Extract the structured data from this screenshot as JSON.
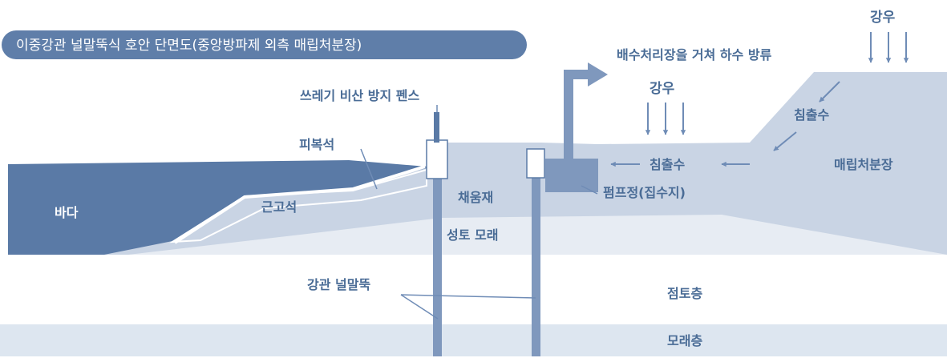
{
  "title": "이중강관 널말뚝식 호안 단면도(중앙방파제 외측 매립처분장)",
  "labels": {
    "sea": "바다",
    "cover_stone": "피복석",
    "root_stone": "근고석",
    "debris_fence": "쓰레기 비산 방지 펜스",
    "fill_material": "채움재",
    "embankment_sand": "성토 모래",
    "steel_pipe_pile": "강관 널말뚝",
    "clay_layer": "점토층",
    "sand_layer": "모래층",
    "discharge": "배수처리장을 거쳐 하수 방류",
    "rain_top": "강우",
    "rain_mid": "강우",
    "leachate_left": "침출수",
    "leachate_right": "침출수",
    "pump_well": "펌프정(집수지)",
    "landfill": "매립처분장"
  },
  "colors": {
    "sea": "#5a7aa6",
    "landfill": "#c9d4e4",
    "fill_dark": "#b5c3d8",
    "clay": "#ffffff",
    "sand_layer": "#dde6f0",
    "pile": "#7f98bd",
    "arrow": "#6f8cb6",
    "title_bg": "#5f7ea9",
    "label_text": "#4a6c96"
  }
}
